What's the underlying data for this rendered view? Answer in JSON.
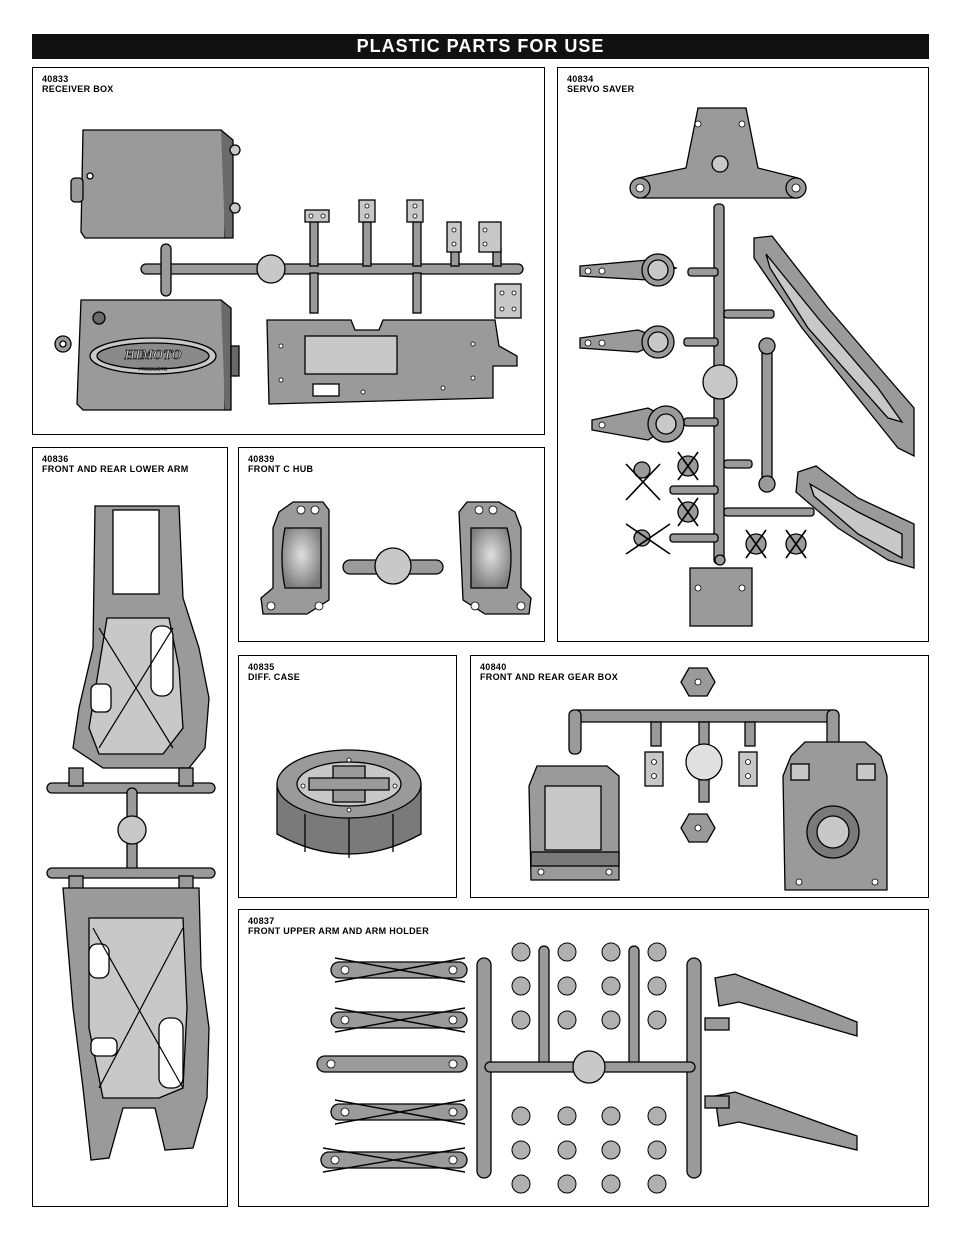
{
  "header": {
    "title": "PLASTIC PARTS FOR USE"
  },
  "panels": {
    "receiver_box": {
      "number": "40833",
      "name": "RECEIVER BOX",
      "logo_text": "HIMOTO",
      "logo_subtext": "PRODUCTS"
    },
    "servo_saver": {
      "number": "40834",
      "name": "SERVO SAVER"
    },
    "lower_arm": {
      "number": "40836",
      "name": "FRONT AND REAR LOWER ARM"
    },
    "c_hub": {
      "number": "40839",
      "name": "FRONT C HUB"
    },
    "diff_case": {
      "number": "40835",
      "name": "DIFF. CASE"
    },
    "gear_box": {
      "number": "40840",
      "name": "FRONT AND REAR GEAR BOX"
    },
    "upper_arm": {
      "number": "40837",
      "name": "FRONT UPPER ARM AND ARM HOLDER"
    }
  },
  "colors": {
    "part_fill": "#9a9a9a",
    "part_dark": "#6a6a6a",
    "part_light": "#c8c8c8",
    "outline": "#000000",
    "header_bg": "#111111"
  }
}
